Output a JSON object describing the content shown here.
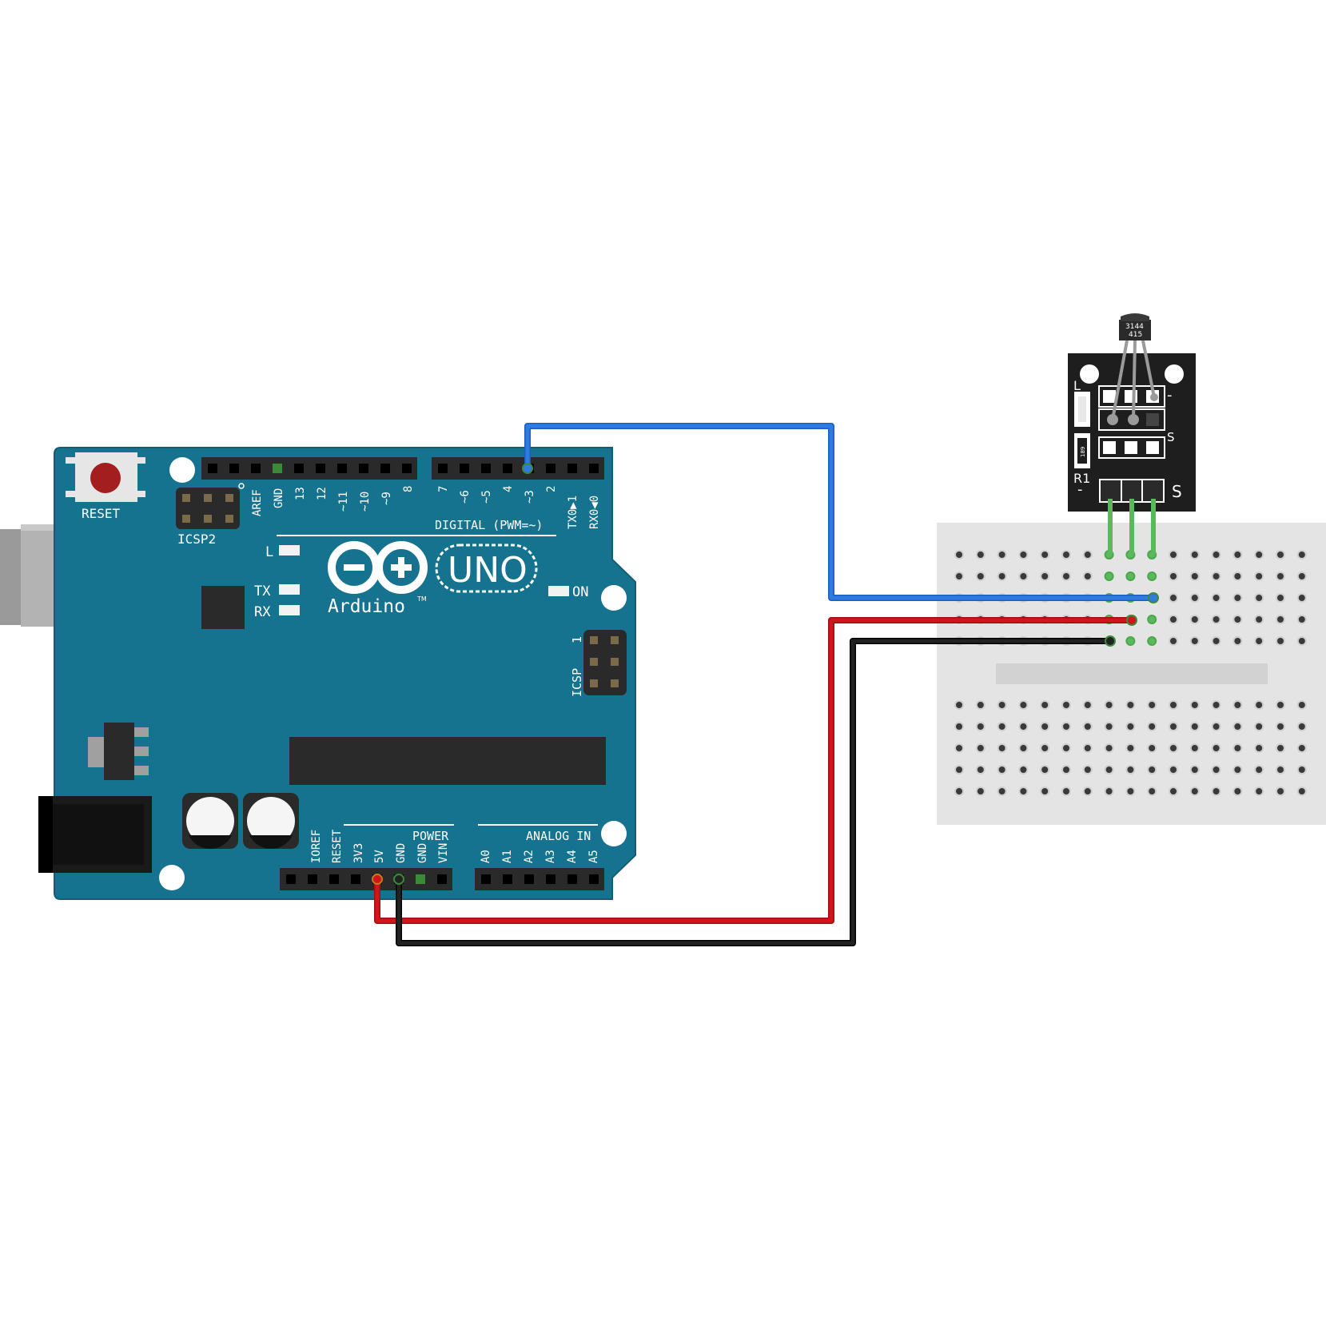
{
  "arduino": {
    "reset_label": "RESET",
    "icsp2_label": "ICSP2",
    "icsp_label": "ICSP",
    "icsp_pin1": "1",
    "led_l": "L",
    "led_tx": "TX",
    "led_rx": "RX",
    "led_on": "ON",
    "logo_text": "UNO",
    "brand": "Arduino",
    "trademark": "TM",
    "digital_label": "DIGITAL (PWM=~)",
    "power_label": "POWER",
    "analog_label": "ANALOG IN",
    "top_left_pins": [
      "AREF",
      "GND",
      "13",
      "12",
      "~11",
      "~10",
      "~9",
      "8"
    ],
    "top_right_pins": [
      "7",
      "~6",
      "~5",
      "4",
      "~3",
      "2",
      "TX0▶1",
      "RX0◀0"
    ],
    "power_pins": [
      "IOREF",
      "RESET",
      "3V3",
      "5V",
      "GND",
      "GND",
      "VIN"
    ],
    "analog_pins": [
      "A0",
      "A1",
      "A2",
      "A3",
      "A4",
      "A5"
    ]
  },
  "sensor": {
    "chip_line1": "3144",
    "chip_line2": "415",
    "label_l": "L",
    "label_r1": "R1",
    "resistor_code": "189",
    "label_minus_top": "-",
    "label_s_top": "S",
    "label_minus_bottom": "-",
    "label_s_bottom": "S"
  },
  "colors": {
    "board": "#15738f",
    "board_edge": "#0f5e75",
    "wire_signal": "#2a73d9",
    "wire_power": "#d0161b",
    "wire_ground": "#1a1a1a",
    "sensor_pins": "#5cb85c",
    "breadboard": "#e4e4e4",
    "sensor_pcb": "#1e1e1e"
  }
}
